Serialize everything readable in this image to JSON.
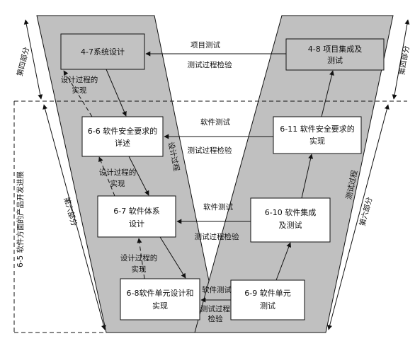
{
  "boxes": {
    "b47": [
      "4-7系统设计"
    ],
    "b48": [
      "4-8 项目集成及",
      "测试"
    ],
    "b66": [
      "6-6 软件安全要求的",
      "详述"
    ],
    "b611": [
      "6-11 软件安全要求的",
      "实现"
    ],
    "b67": [
      "6-7 软件体系",
      "设计"
    ],
    "b610": [
      "6-10 软件集成",
      "及测试"
    ],
    "b68": [
      "6-8软件单元设计和",
      "实现"
    ],
    "b69": [
      "6-9 软件单元",
      "测试"
    ]
  },
  "labels": {
    "xm_test": "项目测试",
    "test_check_1": "测试过程检验",
    "sw_test_1": "软件测试",
    "test_check_2": "测试过程检验",
    "sw_test_2": "软件测试",
    "test_check_3": "测试过程检验",
    "sw_test_3": "软件测试",
    "test_check_4a": "测试过程",
    "test_check_4b": "检验",
    "design_impl_1a": "设计过程的",
    "design_impl_1b": "实现",
    "design_impl_2a": "设计过程的",
    "design_impl_2b": "实现",
    "design_impl_3a": "设计过程的",
    "design_impl_3b": "实现",
    "design_process": "设计过程",
    "test_process": "测试过程",
    "part4_left": "第四部分",
    "part4_right": "第四部分",
    "part6_left": "第六部分",
    "part6_right": "第六部分",
    "outer_left": "6-5 软件方面的产品开发进展"
  },
  "colors": {
    "band_fill": "#c0c0c0",
    "box_dark": "#c2c2c2",
    "box_light": "#ffffff",
    "line": "#111111"
  }
}
